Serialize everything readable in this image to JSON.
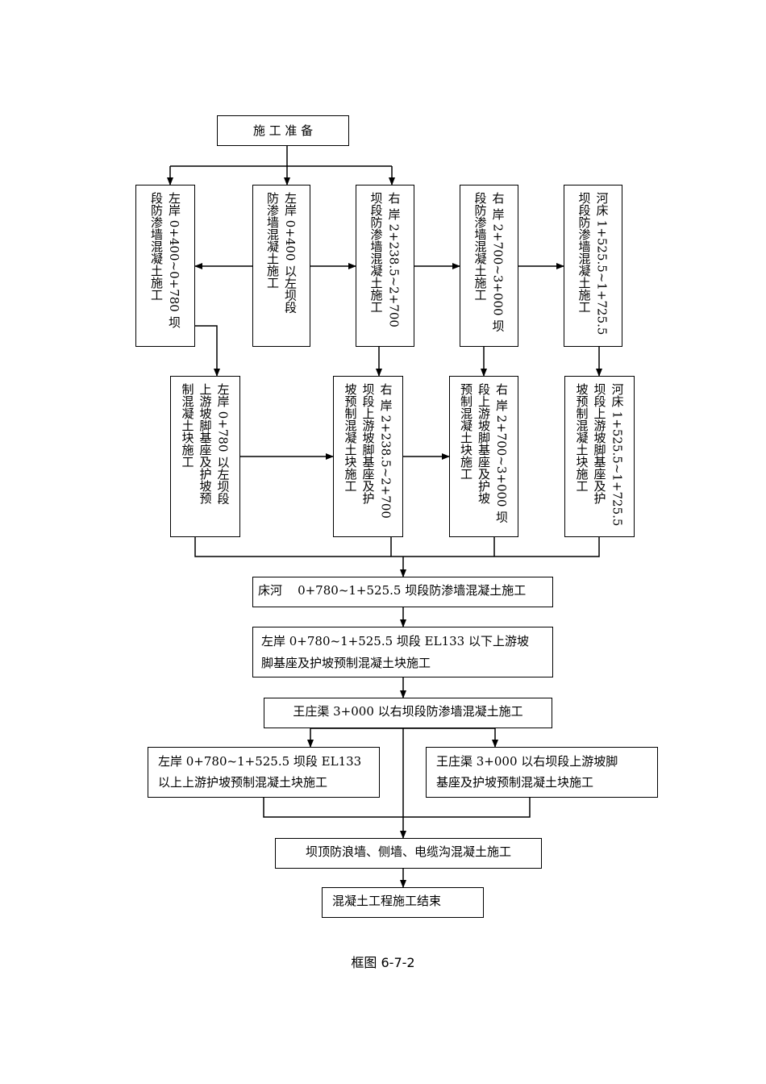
{
  "nodes": {
    "prep": "施 工 准 备",
    "row1": [
      {
        "cols": [
          "左岸 0+400~0+780 坝",
          "段防渗墙混凝土施工"
        ]
      },
      {
        "cols": [
          "左岸 0+400 以左坝段",
          "防渗墙混凝土施工"
        ]
      },
      {
        "cols": [
          "右 岸 2+238.5~2+700",
          "坝段防渗墙混凝土施工"
        ]
      },
      {
        "cols": [
          "右 岸 2+700~3+000 坝",
          "段防渗墙混凝土施工"
        ]
      },
      {
        "cols": [
          "河床 1+525.5~1+725.5",
          "坝段防渗墙混凝土施工"
        ]
      }
    ],
    "row2": [
      {
        "cols": [
          "左岸 0+780 以左坝段",
          "上游坡脚基座及护坡预",
          "制混凝土块施工"
        ]
      },
      {
        "cols": [
          "右 岸 2+238.5~2+700",
          "坝段上游坡脚基座及护",
          "坡预制混凝土块施工"
        ]
      },
      {
        "cols": [
          "右 岸 2+700~3+000 坝",
          "段上游坡脚基座及护坡",
          "预制混凝土块施工"
        ]
      },
      {
        "cols": [
          "河床 1+525.5~1+725.5",
          "坝段上游坡脚基座及护",
          "坡预制混凝土块施工"
        ]
      }
    ],
    "riverbed": "床河    0+780~1+525.5 坝段防渗墙混凝土施工",
    "left_el133": "左岸 0+780~1+525.5 坝段 EL133 以下上游坡\n脚基座及护坡预制混凝土块施工",
    "wangzhuang_wall": "王庄渠 3+000 以右坝段防渗墙混凝土施工",
    "left_upper": "左岸 0+780~1+525.5 坝段 EL133\n以上上游护坡预制混凝土块施工",
    "wangzhuang_slope": "王庄渠 3+000 以右坝段上游坡脚\n基座及护坡预制混凝土块施工",
    "crest": "坝顶防浪墙、侧墙、电缆沟混凝土施工",
    "end": "混凝土工程施工结束"
  },
  "caption": "框图 6-7-2"
}
